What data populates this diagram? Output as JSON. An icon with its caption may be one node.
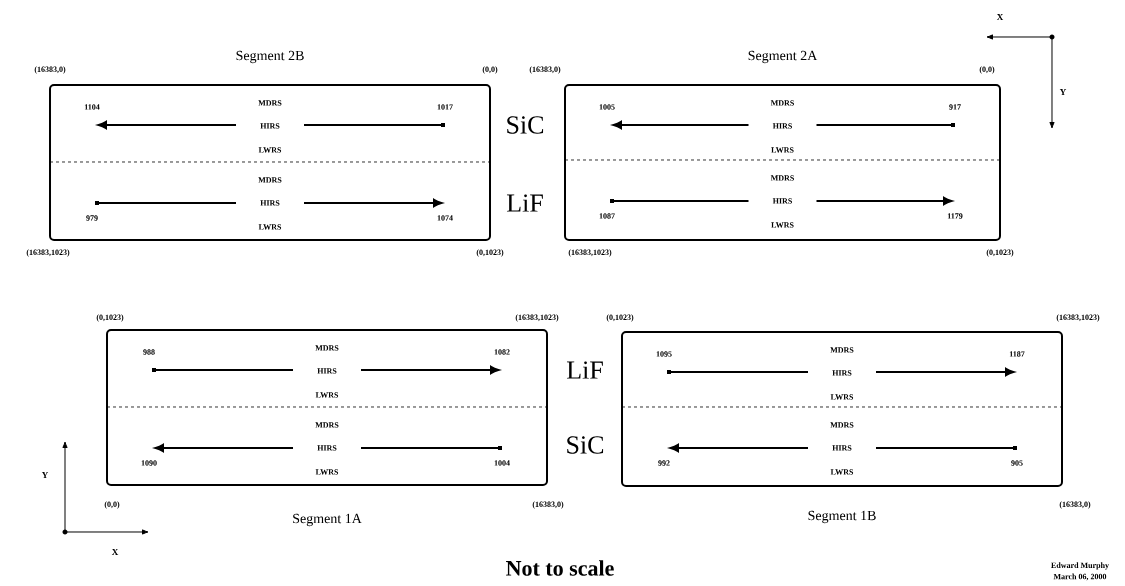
{
  "diagram": {
    "caption": "Not to scale",
    "nodes": [
      {
        "text": [
          "Segment 2B"
        ]
      },
      {
        "text": [
          "Segment 2A"
        ]
      },
      {
        "text": [
          "Segment 1A"
        ]
      },
      {
        "text": [
          "Segment 1B"
        ]
      }
    ],
    "labels": [
      "X",
      "Y",
      "(16383,0)",
      "(0,0)",
      "(16383,0)",
      "(0,0)",
      "MDRS",
      "1104",
      "1017",
      "HIRS",
      "LWRS",
      "MDRS",
      "HIRS",
      "979",
      "1074",
      "LWRS",
      "SiC",
      "LiF",
      "MDRS",
      "1005",
      "917",
      "HIRS",
      "LWRS",
      "MDRS",
      "HIRS",
      "1087",
      "1179",
      "LWRS",
      "(16383,1023)",
      "(0,1023)",
      "(16383,1023)",
      "(0,1023)",
      "(0,1023)",
      "(16383,1023)",
      "(0,1023)",
      "(16383,1023)",
      "MDRS",
      "988",
      "1082",
      "HIRS",
      "LWRS",
      "MDRS",
      "HIRS",
      "1090",
      "1004",
      "LWRS",
      "LiF",
      "SiC",
      "MDRS",
      "1095",
      "1187",
      "HIRS",
      "LWRS",
      "MDRS",
      "HIRS",
      "992",
      "905",
      "LWRS",
      "Y",
      "(0,0)",
      "(16383,0)",
      "(16383,0)",
      "X",
      "Edward Murphy",
      "March 06, 2000"
    ]
  }
}
